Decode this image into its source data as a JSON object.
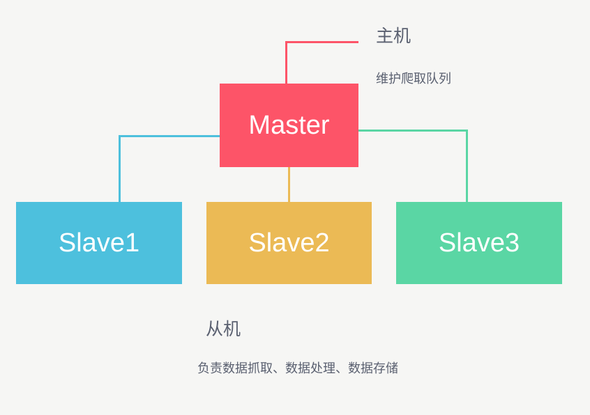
{
  "master": {
    "label": "Master",
    "color": "#fd5468",
    "title": "主机",
    "description": "维护爬取队列"
  },
  "slaves": [
    {
      "label": "Slave1",
      "color": "#4dc0dd"
    },
    {
      "label": "Slave2",
      "color": "#ebba55"
    },
    {
      "label": "Slave3",
      "color": "#5ad6a4"
    }
  ],
  "slave_group": {
    "title": "从机",
    "description": "负责数据抓取、数据处理、数据存储"
  },
  "colors": {
    "background": "#f6f6f4",
    "text": "#5a6070"
  }
}
